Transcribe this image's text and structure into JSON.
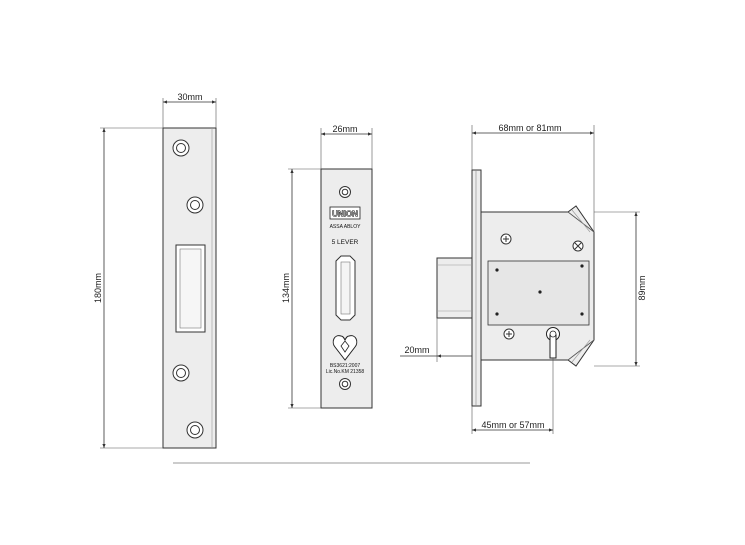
{
  "dimensions": {
    "strike_width": "30mm",
    "strike_height": "180mm",
    "face_width": "26mm",
    "face_height": "134mm",
    "lock_depth": "68mm or 81mm",
    "lock_height": "89mm",
    "bolt_throw": "20mm",
    "backset": "45mm or 57mm"
  },
  "faceplate": {
    "brand": "UNION",
    "maker": "ASSA ABLOY",
    "lever": "5 LEVER",
    "standard": "BS3621:2007",
    "licence": "Lic.No.KM 21358"
  },
  "colors": {
    "metal": "#ededed",
    "line": "#333333"
  }
}
